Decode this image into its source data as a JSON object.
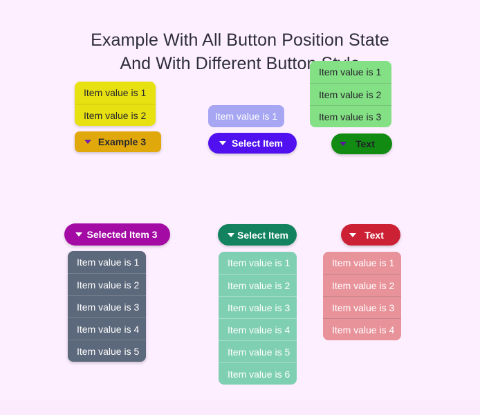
{
  "page": {
    "background_color": "#fdefff",
    "title_line_1": "Example With All Button Position State",
    "title_line_2": "And With Different Button Style",
    "title": "Example With All Button Position State\nAnd With Different Button Style"
  },
  "groups": [
    {
      "id": "yellow-amber",
      "button_label": "Example 3",
      "button_color": "#e0a80b",
      "button_text_color": "#29282f",
      "caret_color": "#6c1fa8",
      "caret_icon": "caret-down-icon",
      "menu_color": "#e8e111",
      "menu_text_color": "#27272e",
      "menu_position": "above",
      "open": true,
      "items": [
        "Item value is 1",
        "Item value is 2"
      ]
    },
    {
      "id": "purple",
      "button_label": "Select Item",
      "button_color": "#5110f0",
      "button_text_color": "#ffffff",
      "caret_color": "#ffffff",
      "caret_icon": "caret-down-icon",
      "menu_color": "#a7a6f2",
      "menu_text_color": "#ffffff",
      "menu_position": "above",
      "open": true,
      "items": [
        "Item value is 1"
      ]
    },
    {
      "id": "green",
      "button_label": "Text",
      "button_color": "#118b11",
      "button_text_color": "#231f2b",
      "caret_color": "#5b14a0",
      "caret_icon": "caret-down-icon",
      "menu_color": "#84e084",
      "menu_text_color": "#25262c",
      "menu_position": "above",
      "open": true,
      "items": [
        "Item value is 1",
        "Item value is 2",
        "Item value is 3"
      ]
    },
    {
      "id": "magenta-slate",
      "button_label": "Selected Item 3",
      "button_color": "#a40aa4",
      "button_text_color": "#ffffff",
      "caret_color": "#ffffff",
      "caret_icon": "caret-down-icon",
      "menu_color": "#5c687b",
      "menu_text_color": "#ffffff",
      "menu_position": "below",
      "open": true,
      "items": [
        "Item value is 1",
        "Item value is 2",
        "Item value is 3",
        "Item value is 4",
        "Item value is 5"
      ]
    },
    {
      "id": "teal-mint",
      "button_label": "Select Item",
      "button_color": "#12825f",
      "button_text_color": "#ffffff",
      "caret_color": "#ffffff",
      "caret_icon": "caret-down-icon",
      "menu_color": "#7fcfb3",
      "menu_text_color": "#ffffff",
      "menu_position": "below",
      "open": true,
      "items": [
        "Item value is 1",
        "Item value is 2",
        "Item value is 3",
        "Item value is 4",
        "Item value is 5",
        "Item value is 6"
      ]
    },
    {
      "id": "crimson-salmon",
      "button_label": "Text",
      "button_color": "#cc2135",
      "button_text_color": "#ffffff",
      "caret_color": "#ffffff",
      "caret_icon": "caret-down-icon",
      "menu_color": "#e8929a",
      "menu_text_color": "#ffffff",
      "menu_position": "below",
      "open": true,
      "items": [
        "Item value is 1",
        "Item value is 2",
        "Item value is 3",
        "Item value is 4"
      ]
    }
  ]
}
